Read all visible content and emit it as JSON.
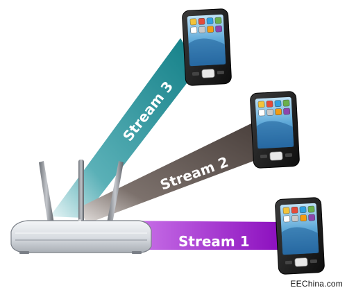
{
  "streams": [
    {
      "id": 1,
      "label": "Stream 1",
      "color": "#9a17c8",
      "fade_color": "#e6c2f2"
    },
    {
      "id": 2,
      "label": "Stream 2",
      "color": "#4e4440",
      "fade_color": "#cfc7c3"
    },
    {
      "id": 3,
      "label": "Stream 3",
      "color": "#127f87",
      "fade_color": "#bfe2e5"
    }
  ],
  "devices": [
    {
      "name": "phone-stream-3"
    },
    {
      "name": "phone-stream-2"
    },
    {
      "name": "phone-stream-1"
    }
  ],
  "router": {
    "antennas": 3
  },
  "watermark": "EEChina.com"
}
